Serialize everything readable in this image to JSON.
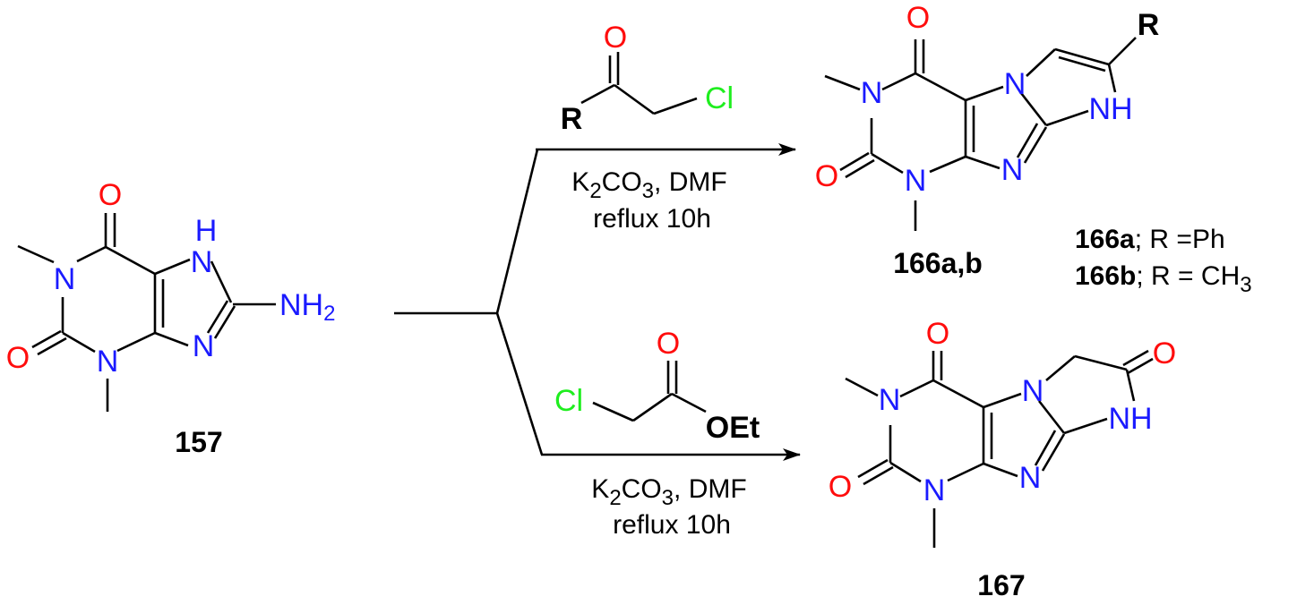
{
  "colors": {
    "nitrogen": "#1a1aff",
    "oxygen": "#ff0d0d",
    "chlorine": "#1fee1f",
    "bond": "#000000"
  },
  "atoms": {
    "N": "N",
    "O": "O",
    "H": "H",
    "NH": "NH",
    "R": "R",
    "Cl": "Cl",
    "OEt": "OEt",
    "NH2_main": "NH",
    "NH2_sub": "2"
  },
  "compounds": {
    "start": "157",
    "product_top": "166a,b",
    "product_bottom": "167"
  },
  "reactions": {
    "top": {
      "condition_k": "K",
      "condition_k_sub1": "2",
      "condition_co": "CO",
      "condition_k_sub2": "3",
      "condition_rest": ", DMF",
      "condition_line2": "reflux 10h"
    },
    "bottom": {
      "condition_k": "K",
      "condition_k_sub1": "2",
      "condition_co": "CO",
      "condition_k_sub2": "3",
      "condition_rest": ", DMF",
      "condition_line2": "reflux 10h"
    }
  },
  "legend": [
    {
      "id": "166a",
      "sep": "; R =",
      "value": "Ph",
      "value_sub": ""
    },
    {
      "id": "166b",
      "sep": "; R = ",
      "value": "CH",
      "value_sub": "3"
    }
  ]
}
